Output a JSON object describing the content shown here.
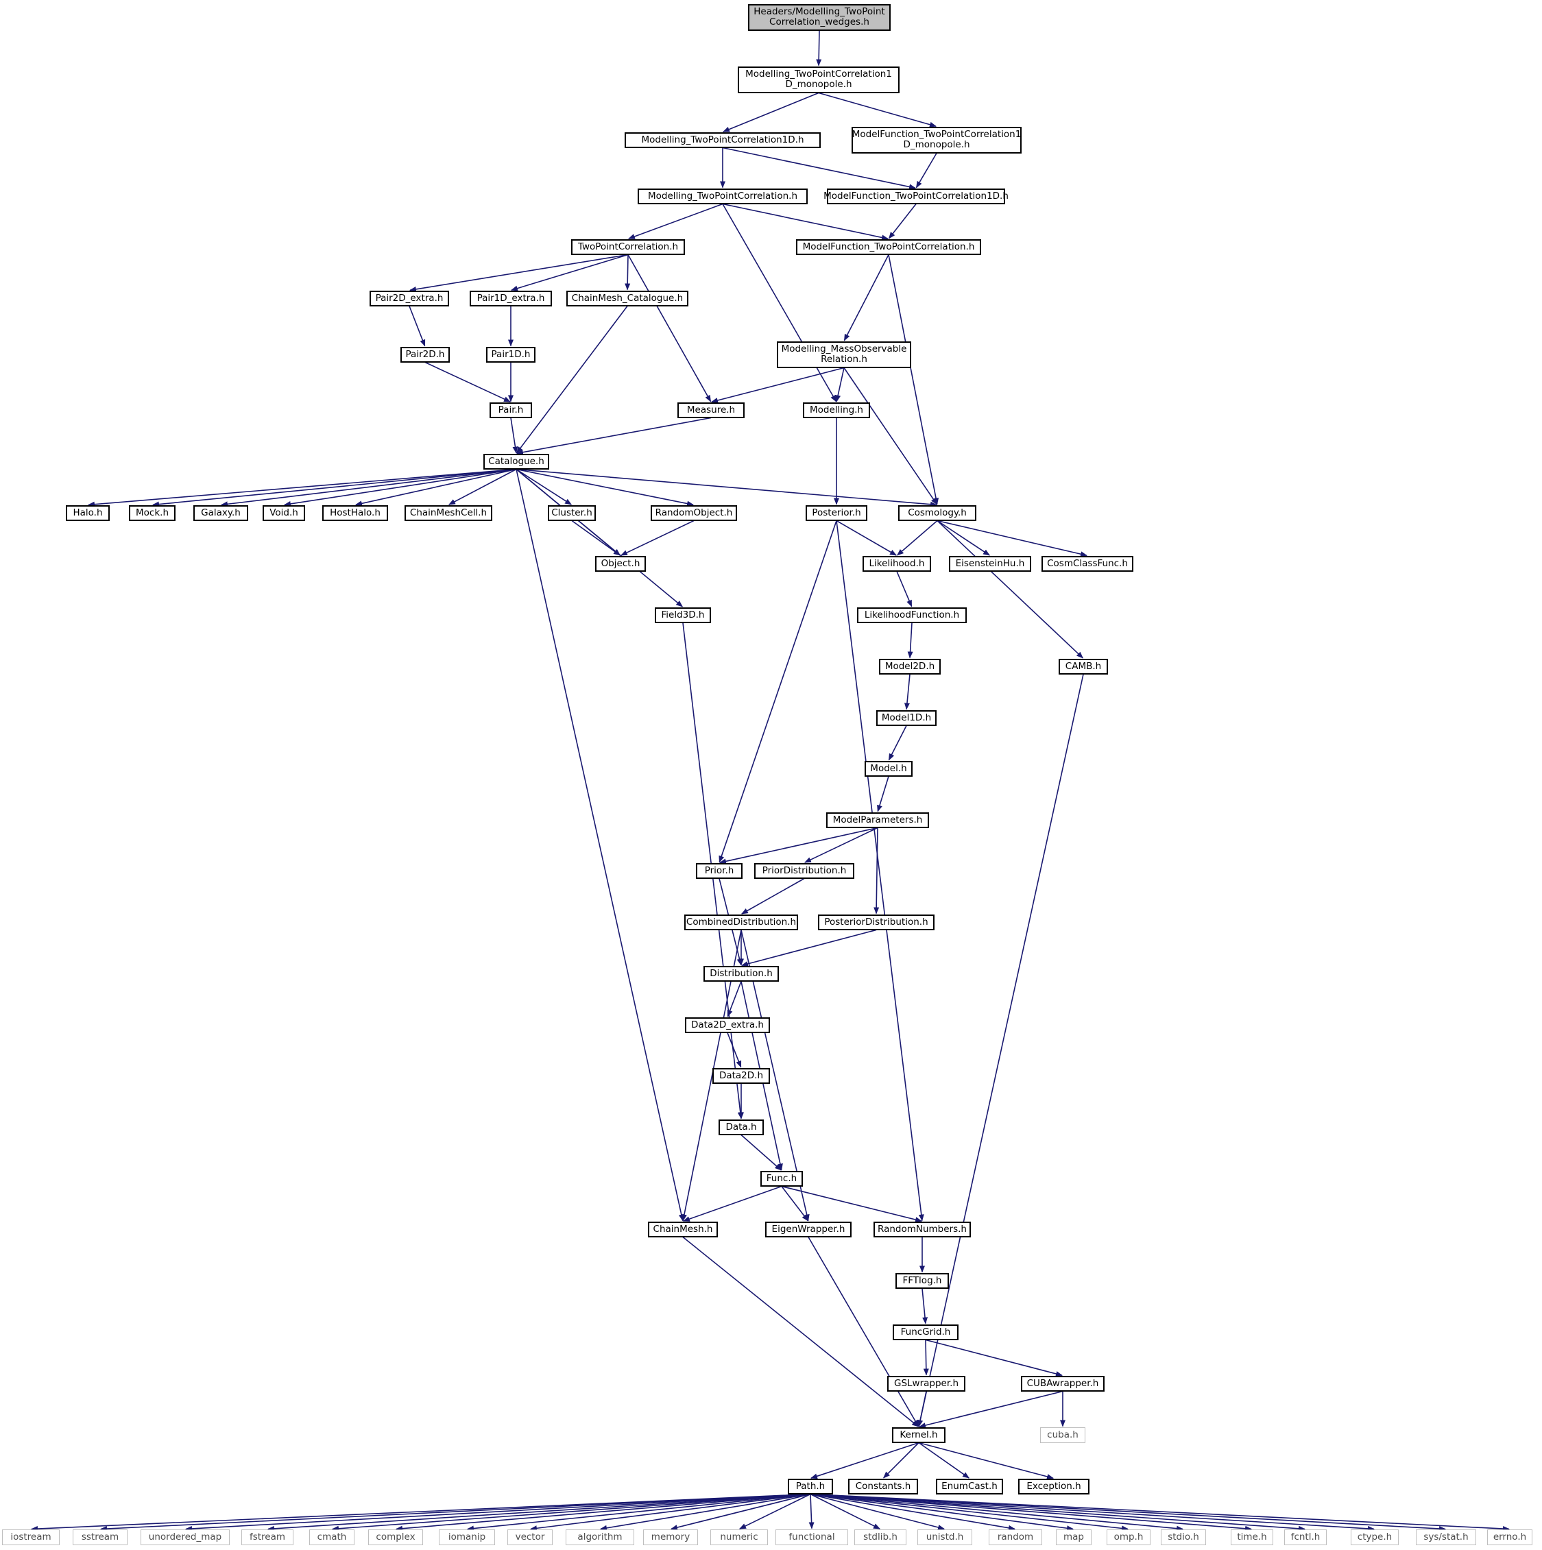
{
  "graph": {
    "edge_color": "#191970",
    "root_fill": "#bfbfbf",
    "external_border": "#bfbfbf",
    "nodes": {
      "root": "Headers/Modelling_TwoPoint\nCorrelation_wedges.h",
      "mtpc1dmono": "Modelling_TwoPointCorrelation1\nD_monopole.h",
      "mtpc1d": "Modelling_TwoPointCorrelation1D.h",
      "mf1dmono": "ModelFunction_TwoPointCorrelation1\nD_monopole.h",
      "mtpc": "Modelling_TwoPointCorrelation.h",
      "mf1d": "ModelFunction_TwoPointCorrelation1D.h",
      "tpc": "TwoPointCorrelation.h",
      "mftpc": "ModelFunction_TwoPointCorrelation.h",
      "pair2dx": "Pair2D_extra.h",
      "pair1dx": "Pair1D_extra.h",
      "cmcat": "ChainMesh_Catalogue.h",
      "mmor": "Modelling_MassObservable\nRelation.h",
      "pair2d": "Pair2D.h",
      "pair1d": "Pair1D.h",
      "pair": "Pair.h",
      "measure": "Measure.h",
      "modelling": "Modelling.h",
      "catalogue": "Catalogue.h",
      "halo": "Halo.h",
      "mock": "Mock.h",
      "galaxy": "Galaxy.h",
      "void": "Void.h",
      "hosthalo": "HostHalo.h",
      "cmcell": "ChainMeshCell.h",
      "cluster": "Cluster.h",
      "randobj": "RandomObject.h",
      "posterior": "Posterior.h",
      "cosmology": "Cosmology.h",
      "object": "Object.h",
      "likelihood": "Likelihood.h",
      "eisenstein": "EisensteinHu.h",
      "cosmclass": "CosmClassFunc.h",
      "field3d": "Field3D.h",
      "likefunc": "LikelihoodFunction.h",
      "model2d": "Model2D.h",
      "camb": "CAMB.h",
      "model1d": "Model1D.h",
      "model": "Model.h",
      "modelparams": "ModelParameters.h",
      "prior": "Prior.h",
      "priordist": "PriorDistribution.h",
      "combdist": "CombinedDistribution.h",
      "postdist": "PosteriorDistribution.h",
      "distribution": "Distribution.h",
      "data2dx": "Data2D_extra.h",
      "data2d": "Data2D.h",
      "data": "Data.h",
      "func": "Func.h",
      "chainmesh": "ChainMesh.h",
      "eigen": "EigenWrapper.h",
      "randnum": "RandomNumbers.h",
      "fftlog": "FFTlog.h",
      "funcgrid": "FuncGrid.h",
      "gsl": "GSLwrapper.h",
      "cuba": "CUBAwrapper.h",
      "kernel": "Kernel.h",
      "cubah": "cuba.h",
      "path": "Path.h",
      "constants": "Constants.h",
      "enumcast": "EnumCast.h",
      "exception": "Exception.h",
      "iostream": "iostream",
      "sstream": "sstream",
      "unordered_map": "unordered_map",
      "fstream": "fstream",
      "cmath": "cmath",
      "complex": "complex",
      "iomanip": "iomanip",
      "vector": "vector",
      "algorithm": "algorithm",
      "memory": "memory",
      "numeric": "numeric",
      "functional": "functional",
      "stdlib": "stdlib.h",
      "unistd": "unistd.h",
      "random": "random",
      "map": "map",
      "omp": "omp.h",
      "stdio": "stdio.h",
      "time": "time.h",
      "fcntl": "fcntl.h",
      "ctype": "ctype.h",
      "sysstat": "sys/stat.h",
      "errno": "errno.h"
    },
    "edges": [
      [
        "root",
        "mtpc1dmono"
      ],
      [
        "mtpc1dmono",
        "mtpc1d"
      ],
      [
        "mtpc1dmono",
        "mf1dmono"
      ],
      [
        "mtpc1d",
        "mtpc"
      ],
      [
        "mtpc1d",
        "mf1d"
      ],
      [
        "mf1dmono",
        "mf1d"
      ],
      [
        "mtpc",
        "tpc"
      ],
      [
        "mtpc",
        "mftpc"
      ],
      [
        "mtpc",
        "modelling"
      ],
      [
        "mf1d",
        "mftpc"
      ],
      [
        "tpc",
        "pair2dx"
      ],
      [
        "tpc",
        "pair1dx"
      ],
      [
        "tpc",
        "cmcat"
      ],
      [
        "tpc",
        "measure"
      ],
      [
        "mftpc",
        "mmor"
      ],
      [
        "mftpc",
        "cosmology"
      ],
      [
        "pair2dx",
        "pair2d"
      ],
      [
        "pair1dx",
        "pair1d"
      ],
      [
        "pair2d",
        "pair"
      ],
      [
        "pair1d",
        "pair"
      ],
      [
        "pair",
        "catalogue"
      ],
      [
        "cmcat",
        "catalogue"
      ],
      [
        "measure",
        "catalogue"
      ],
      [
        "mmor",
        "measure"
      ],
      [
        "mmor",
        "modelling"
      ],
      [
        "mmor",
        "cosmology"
      ],
      [
        "modelling",
        "posterior"
      ],
      [
        "catalogue",
        "halo"
      ],
      [
        "catalogue",
        "mock"
      ],
      [
        "catalogue",
        "galaxy"
      ],
      [
        "catalogue",
        "void"
      ],
      [
        "catalogue",
        "hosthalo"
      ],
      [
        "catalogue",
        "cmcell"
      ],
      [
        "catalogue",
        "cluster"
      ],
      [
        "catalogue",
        "object"
      ],
      [
        "catalogue",
        "randobj"
      ],
      [
        "catalogue",
        "cosmology"
      ],
      [
        "catalogue",
        "field3d"
      ],
      [
        "catalogue",
        "chainmesh"
      ],
      [
        "cluster",
        "object"
      ],
      [
        "randobj",
        "object"
      ],
      [
        "posterior",
        "likelihood"
      ],
      [
        "posterior",
        "prior"
      ],
      [
        "posterior",
        "randnum"
      ],
      [
        "cosmology",
        "likelihood"
      ],
      [
        "cosmology",
        "eisenstein"
      ],
      [
        "cosmology",
        "cosmclass"
      ],
      [
        "cosmology",
        "camb"
      ],
      [
        "likelihood",
        "likefunc"
      ],
      [
        "likefunc",
        "model2d"
      ],
      [
        "model2d",
        "model1d"
      ],
      [
        "model1d",
        "model"
      ],
      [
        "model",
        "modelparams"
      ],
      [
        "modelparams",
        "prior"
      ],
      [
        "modelparams",
        "priordist"
      ],
      [
        "modelparams",
        "postdist"
      ],
      [
        "prior",
        "distribution"
      ],
      [
        "priordist",
        "combdist"
      ],
      [
        "postdist",
        "distribution"
      ],
      [
        "combdist",
        "distribution"
      ],
      [
        "combdist",
        "chainmesh"
      ],
      [
        "combdist",
        "eigen"
      ],
      [
        "distribution",
        "data2dx"
      ],
      [
        "distribution",
        "func"
      ],
      [
        "data2dx",
        "data2d"
      ],
      [
        "data2d",
        "data"
      ],
      [
        "field3d",
        "data"
      ],
      [
        "data",
        "func"
      ],
      [
        "func",
        "chainmesh"
      ],
      [
        "func",
        "eigen"
      ],
      [
        "func",
        "randnum"
      ],
      [
        "randnum",
        "fftlog"
      ],
      [
        "fftlog",
        "funcgrid"
      ],
      [
        "funcgrid",
        "gsl"
      ],
      [
        "funcgrid",
        "cuba"
      ],
      [
        "chainmesh",
        "kernel"
      ],
      [
        "eigen",
        "kernel"
      ],
      [
        "gsl",
        "kernel"
      ],
      [
        "cuba",
        "kernel"
      ],
      [
        "cuba",
        "cubah"
      ],
      [
        "camb",
        "kernel"
      ],
      [
        "kernel",
        "path"
      ],
      [
        "kernel",
        "constants"
      ],
      [
        "kernel",
        "enumcast"
      ],
      [
        "kernel",
        "exception"
      ],
      [
        "path",
        "iostream"
      ],
      [
        "path",
        "sstream"
      ],
      [
        "path",
        "unordered_map"
      ],
      [
        "path",
        "fstream"
      ],
      [
        "path",
        "cmath"
      ],
      [
        "path",
        "complex"
      ],
      [
        "path",
        "iomanip"
      ],
      [
        "path",
        "vector"
      ],
      [
        "path",
        "algorithm"
      ],
      [
        "path",
        "memory"
      ],
      [
        "path",
        "numeric"
      ],
      [
        "path",
        "functional"
      ],
      [
        "path",
        "stdlib"
      ],
      [
        "path",
        "unistd"
      ],
      [
        "path",
        "random"
      ],
      [
        "path",
        "map"
      ],
      [
        "path",
        "omp"
      ],
      [
        "path",
        "stdio"
      ],
      [
        "path",
        "time"
      ],
      [
        "path",
        "fcntl"
      ],
      [
        "path",
        "ctype"
      ],
      [
        "path",
        "sysstat"
      ],
      [
        "path",
        "errno"
      ]
    ]
  }
}
